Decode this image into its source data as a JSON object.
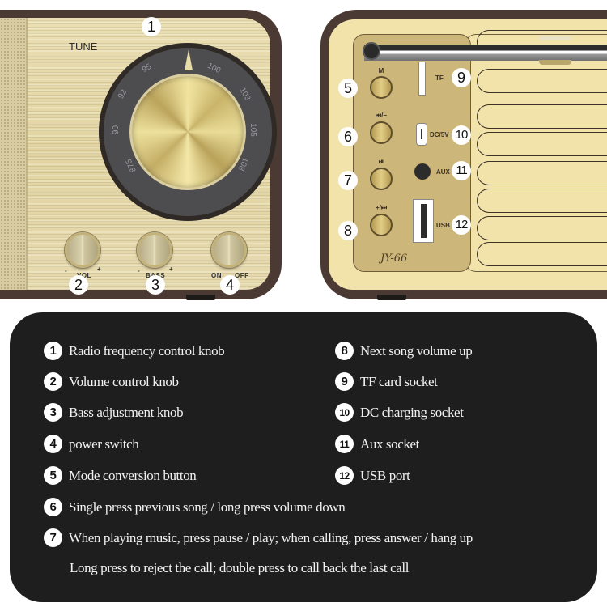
{
  "front_panel": {
    "tune_label": "TUNE",
    "dial_scale": [
      "875",
      "90",
      "92",
      "95",
      "100",
      "103",
      "105",
      "108"
    ],
    "knob_labels": {
      "volume": "VOL",
      "volume_minus": "-",
      "volume_plus": "+",
      "bass": "BASS",
      "bass_minus": "-",
      "bass_plus": "+",
      "power_on": "ON",
      "power_off": "OFF"
    },
    "callouts": [
      "1",
      "2",
      "3",
      "4"
    ]
  },
  "back_panel": {
    "button_labels": {
      "mode": "M",
      "prev": "⏮/−",
      "play": "⏯",
      "next": "+/⏭"
    },
    "port_labels": {
      "tf": "TF",
      "dc": "DC/5V",
      "aux": "AUX",
      "usb": "USB"
    },
    "model": "JY-66",
    "callouts": [
      "5",
      "6",
      "7",
      "8",
      "9",
      "10",
      "11",
      "12"
    ]
  },
  "legend": {
    "left_column": [
      {
        "num": "1",
        "text": "Radio frequency control knob"
      },
      {
        "num": "2",
        "text": "Volume control knob"
      },
      {
        "num": "3",
        "text": "Bass adjustment knob"
      },
      {
        "num": "4",
        "text": "power switch"
      },
      {
        "num": "5",
        "text": "Mode conversion button"
      }
    ],
    "right_column": [
      {
        "num": "8",
        "text": "Next song volume up"
      },
      {
        "num": "9",
        "text": "TF card socket"
      },
      {
        "num": "10",
        "text": "DC charging socket"
      },
      {
        "num": "11",
        "text": "Aux socket"
      },
      {
        "num": "12",
        "text": "USB port"
      }
    ],
    "full_width": [
      {
        "num": "6",
        "text": "Single press previous song / long press volume down"
      },
      {
        "num": "7",
        "text": "When playing music, press pause / play; when calling, press answer / hang up"
      }
    ],
    "continuation": "Long press to reject the call; double press to call back the last call"
  },
  "colors": {
    "wood_case": "#4a3a33",
    "wood_face": "#e2d4a2",
    "back_face": "#f2e3ab",
    "control_plate": "#cdb67a",
    "dial_ring": "#4d4c4f",
    "legend_bg": "#1e1e1e",
    "legend_text": "#f2f2f2"
  }
}
